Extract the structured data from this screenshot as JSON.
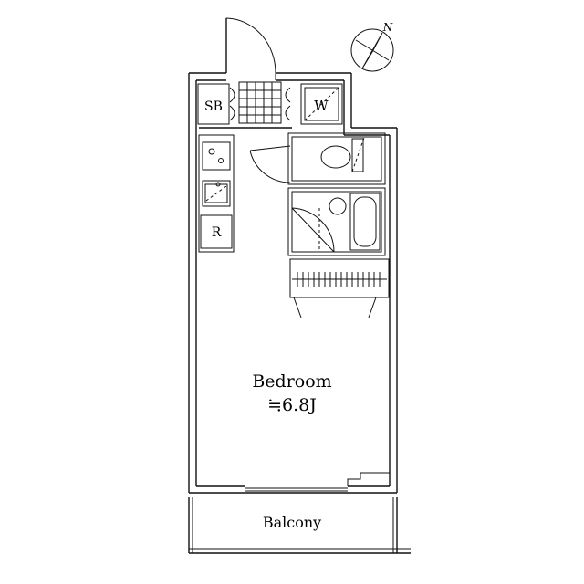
{
  "rooms": {
    "bedroom_label": "Bedroom",
    "bedroom_area": "≒6.8J",
    "balcony_label": "Balcony"
  },
  "fixtures": {
    "shoe_box_label": "SB",
    "washer_label": "W",
    "refrigerator_label": "R"
  },
  "compass": {
    "north_label": "N"
  }
}
